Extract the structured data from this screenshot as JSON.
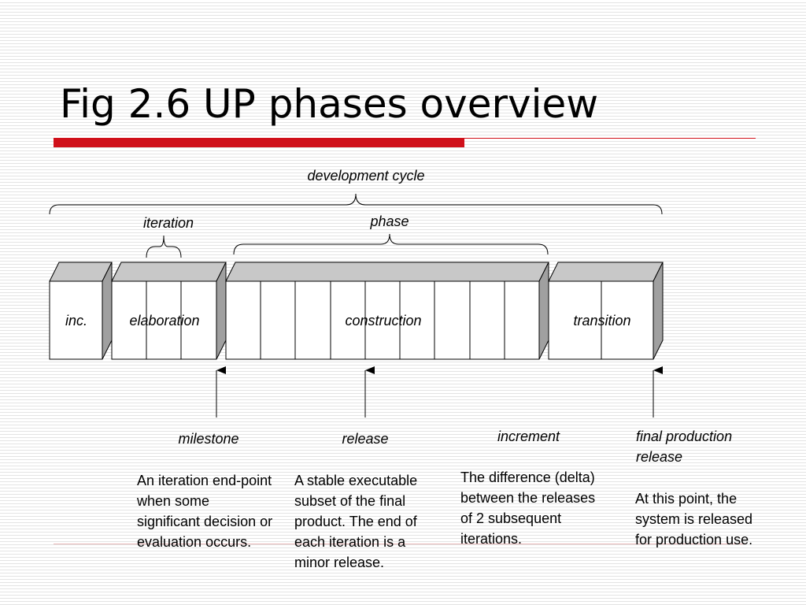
{
  "title": "Fig 2.6 UP phases overview",
  "labels": {
    "development_cycle": "development cycle",
    "iteration": "iteration",
    "phase": "phase"
  },
  "phases": {
    "inception": "inc.",
    "elaboration": "elaboration",
    "construction": "construction",
    "transition": "transition"
  },
  "markers": {
    "milestone": "milestone",
    "release": "release",
    "increment": "increment",
    "final_production_line1": "final production",
    "final_production_line2": "release"
  },
  "descriptions": {
    "milestone": "An iteration end-point when some significant decision or evaluation occurs.",
    "release": "A stable executable subset of the final product. The end of each iteration is a minor release.",
    "increment": "The difference (delta) between the releases of 2 subsequent iterations.",
    "final_production": "At this point, the system is released for production use."
  },
  "colors": {
    "accent_red": "#d0101a",
    "box_top": "#c8c8c8",
    "box_side": "#a0a0a0"
  }
}
